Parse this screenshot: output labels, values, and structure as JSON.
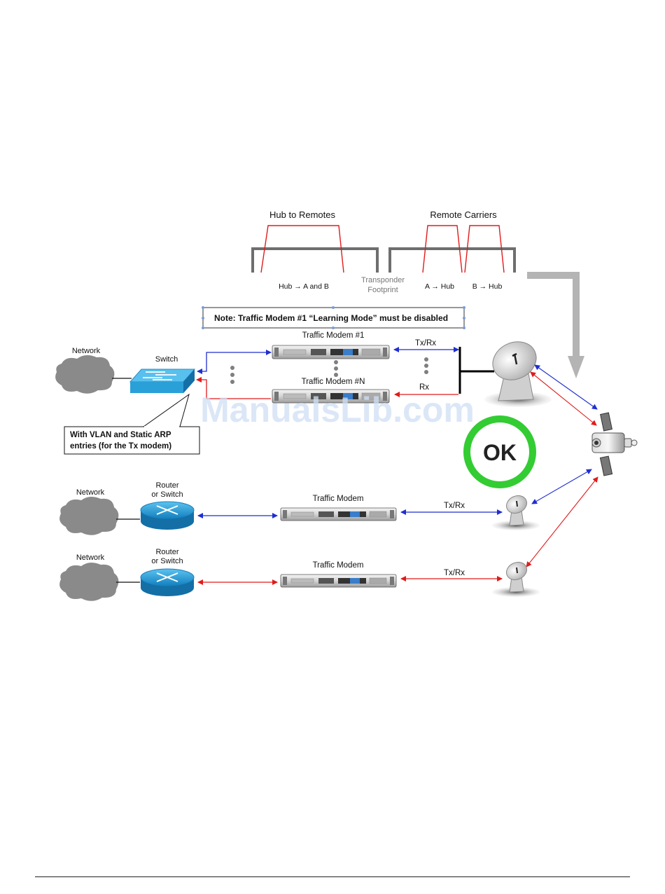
{
  "spectrum": {
    "hub_group_title": "Hub to Remotes",
    "remote_group_title": "Remote Carriers",
    "hub_carrier_label": "Hub → A and B",
    "transponder_label_1": "Transponder",
    "transponder_label_2": "Footprint",
    "a_carrier_label": "A → Hub",
    "b_carrier_label": "B → Hub"
  },
  "note": {
    "text": "Note: Traffic Modem #1 “Learning Mode” must be disabled"
  },
  "hub": {
    "network_label": "Network",
    "switch_label": "Switch",
    "modem1_label": "Traffic Modem #1",
    "modemN_label": "Traffic Modem #N",
    "txrx_label": "Tx/Rx",
    "rx_label": "Rx",
    "callout_line1": "With VLAN and Static ARP",
    "callout_line2": "entries (for the Tx modem)"
  },
  "status": {
    "ok_text": "OK"
  },
  "remote_a": {
    "network_label": "Network",
    "router_line1": "Router",
    "router_line2": "or Switch",
    "modem_label": "Traffic Modem",
    "txrx_label": "Tx/Rx"
  },
  "remote_b": {
    "network_label": "Network",
    "router_line1": "Router",
    "router_line2": "or Switch",
    "modem_label": "Traffic Modem",
    "txrx_label": "Tx/Rx"
  },
  "watermark": {
    "text": "ManualsLib.com"
  },
  "colors": {
    "tx_blue": "#1f2fd0",
    "rx_red": "#e01b1b",
    "ok_green": "#33cc33",
    "switch_blue": "#2aa0d8",
    "cloud_gray": "#8a8a8a",
    "arrow_gray": "#b4b4b4",
    "watermark": "#cfe0f5"
  }
}
